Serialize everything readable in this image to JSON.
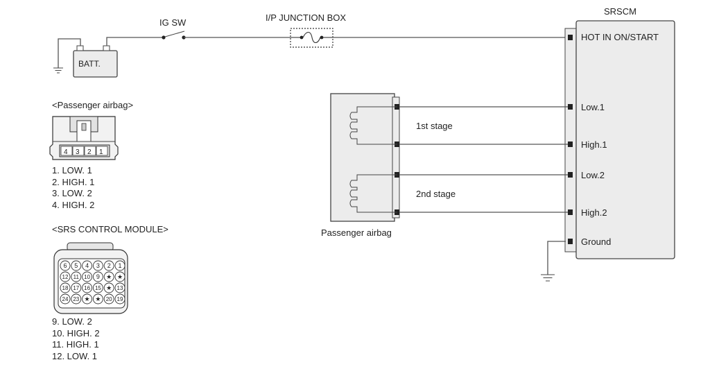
{
  "labels": {
    "ig_sw": "IG SW",
    "ip_junction_box": "I/P JUNCTION BOX",
    "srscm": "SRSCM",
    "batt": "BATT.",
    "first_stage": "1st stage",
    "second_stage": "2nd stage",
    "passenger_airbag": "Passenger airbag"
  },
  "srscm_pins": [
    "HOT IN ON/START",
    "Low.1",
    "High.1",
    "Low.2",
    "High.2",
    "Ground"
  ],
  "passenger_connector": {
    "title": "<Passenger airbag>",
    "pin_numbers": [
      "4",
      "3",
      "2",
      "1"
    ],
    "pins": [
      "1. LOW. 1",
      "2. HIGH. 1",
      "3. LOW. 2",
      "4. HIGH. 2"
    ]
  },
  "srs_module_connector": {
    "title": "<SRS CONTROL MODULE>",
    "rows": [
      [
        "6",
        "5",
        "4",
        "3",
        "2",
        "1"
      ],
      [
        "12",
        "11",
        "10",
        "9",
        "★",
        "★"
      ],
      [
        "18",
        "17",
        "16",
        "15",
        "★",
        "13"
      ],
      [
        "24",
        "23",
        "★",
        "★",
        "20",
        "19"
      ]
    ],
    "pins": [
      "9. LOW. 2",
      "10. HIGH. 2",
      "11. HIGH. 1",
      "12. LOW. 1"
    ]
  }
}
